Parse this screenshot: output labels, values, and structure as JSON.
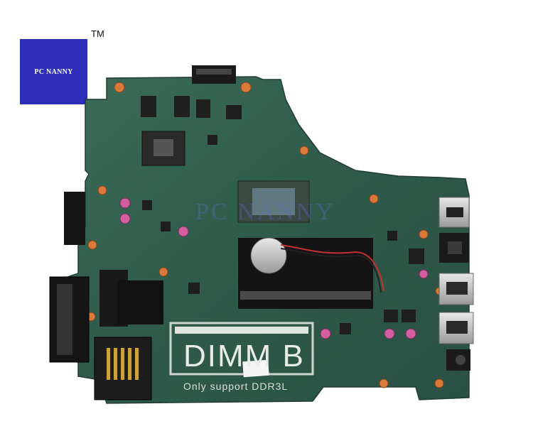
{
  "logo": {
    "text": "PC NANNY",
    "trademark": "TM"
  },
  "watermark": "PC NANNY",
  "board": {
    "dimm_label": "DIMM B",
    "dimm_note": "Only support DDR3L"
  },
  "colors": {
    "pcb": "#2f5a4a",
    "logo_bg": "#2e2fb8",
    "gold": "#c9a23a",
    "copper_pad": "#d97a3a"
  }
}
